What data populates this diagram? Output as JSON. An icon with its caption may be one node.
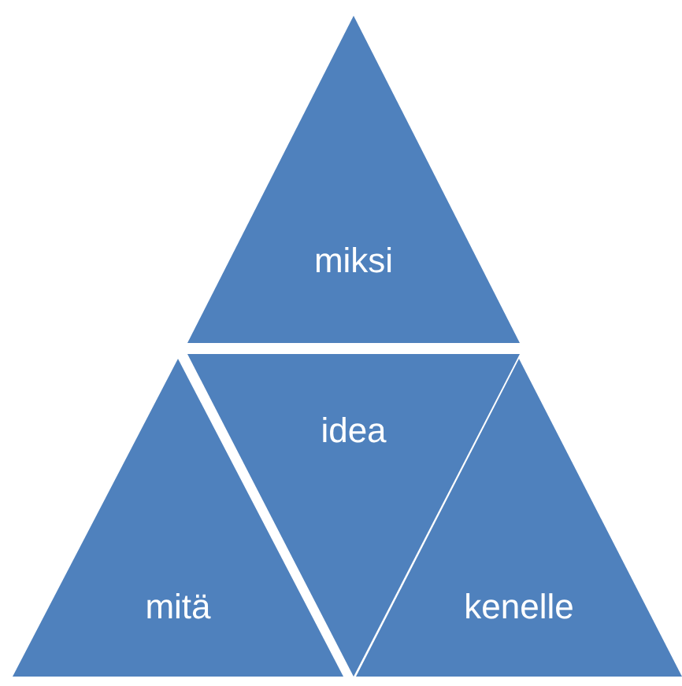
{
  "diagram": {
    "nodes": [
      {
        "text": [
          "miksi"
        ]
      },
      {
        "text": [
          "idea"
        ]
      },
      {
        "text": [
          "mitä"
        ]
      },
      {
        "text": [
          "kenelle"
        ]
      }
    ]
  }
}
